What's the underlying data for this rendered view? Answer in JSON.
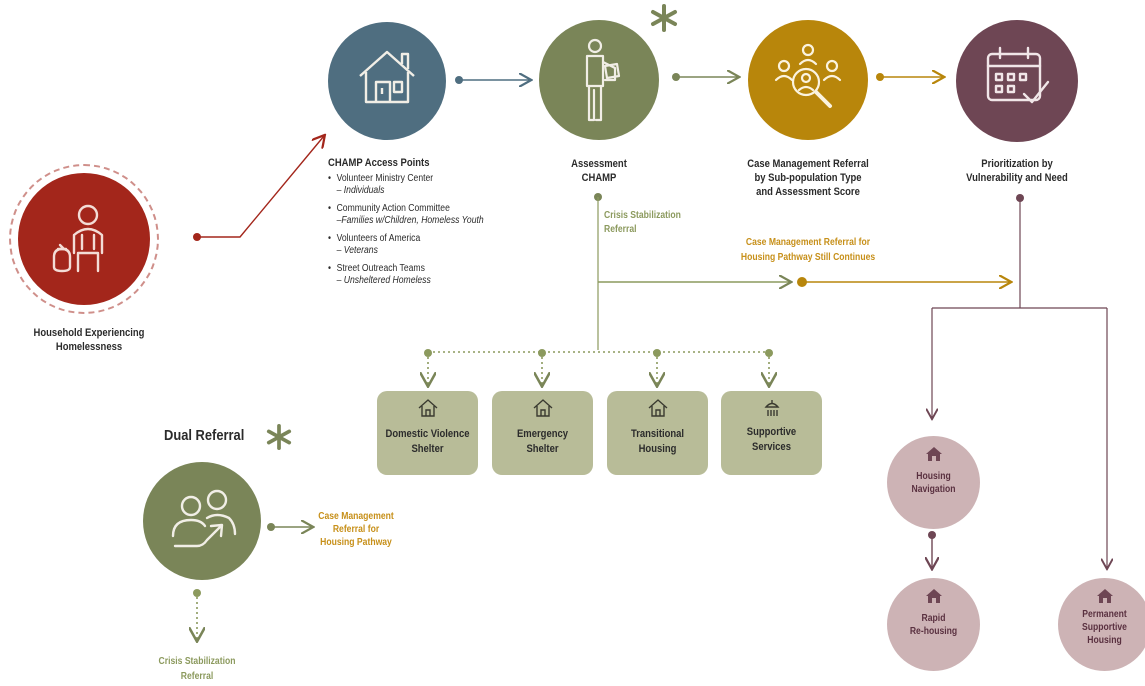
{
  "household": {
    "label_line1": "Household Experiencing",
    "label_line2": "Homelessness"
  },
  "access_points": {
    "title": "CHAMP Access Points",
    "items": [
      {
        "name": "Volunteer Ministry Center",
        "sub": "– Individuals"
      },
      {
        "name": "Community Action Committee",
        "sub": "–Families w/Children, Homeless Youth"
      },
      {
        "name": "Volunteers of America",
        "sub": "– Veterans"
      },
      {
        "name": "Street Outreach Teams",
        "sub": "– Unsheltered Homeless"
      }
    ]
  },
  "assessment": {
    "line1": "Assessment",
    "line2": "CHAMP"
  },
  "case_mgmt": {
    "line1": "Case Management Referral",
    "line2": "by Sub-population Type",
    "line3": "and Assessment Score"
  },
  "prioritization": {
    "line1": "Prioritization by",
    "line2": "Vulnerability and Need"
  },
  "crisis_referral": {
    "line1": "Crisis Stabilization",
    "line2": "Referral"
  },
  "continues": {
    "line1": "Case Management Referral for",
    "line2": "Housing Pathway Still Continues"
  },
  "services": [
    {
      "line1": "Domestic Violence",
      "line2": "Shelter"
    },
    {
      "line1": "Emergency",
      "line2": "Shelter"
    },
    {
      "line1": "Transitional",
      "line2": "Housing"
    },
    {
      "line1": "Supportive",
      "line2": "Services"
    }
  ],
  "dual": {
    "title": "Dual Referral",
    "referral_line1": "Case Management",
    "referral_line2": "Referral for",
    "referral_line3": "Housing Pathway",
    "crisis_line1": "Crisis Stabilization",
    "crisis_line2": "Referral"
  },
  "housing": [
    {
      "line1": "Housing",
      "line2": "Navigation",
      "line3": ""
    },
    {
      "line1": "Rapid",
      "line2": "Re-housing",
      "line3": ""
    },
    {
      "line1": "Permanent",
      "line2": "Supportive",
      "line3": "Housing"
    }
  ],
  "colors": {
    "red": "#a3261b",
    "blue": "#4f6e80",
    "green": "#7a8558",
    "gold": "#b8860b",
    "plum": "#6e4654",
    "service_box": "#b8bc98",
    "housing_circle": "#cdb3b5"
  },
  "icons": [
    "person-sitting-icon",
    "house-icon",
    "person-clipboard-icon",
    "people-search-icon",
    "calendar-check-icon",
    "people-arrow-icon",
    "asterisk-icon",
    "shower-icon"
  ]
}
